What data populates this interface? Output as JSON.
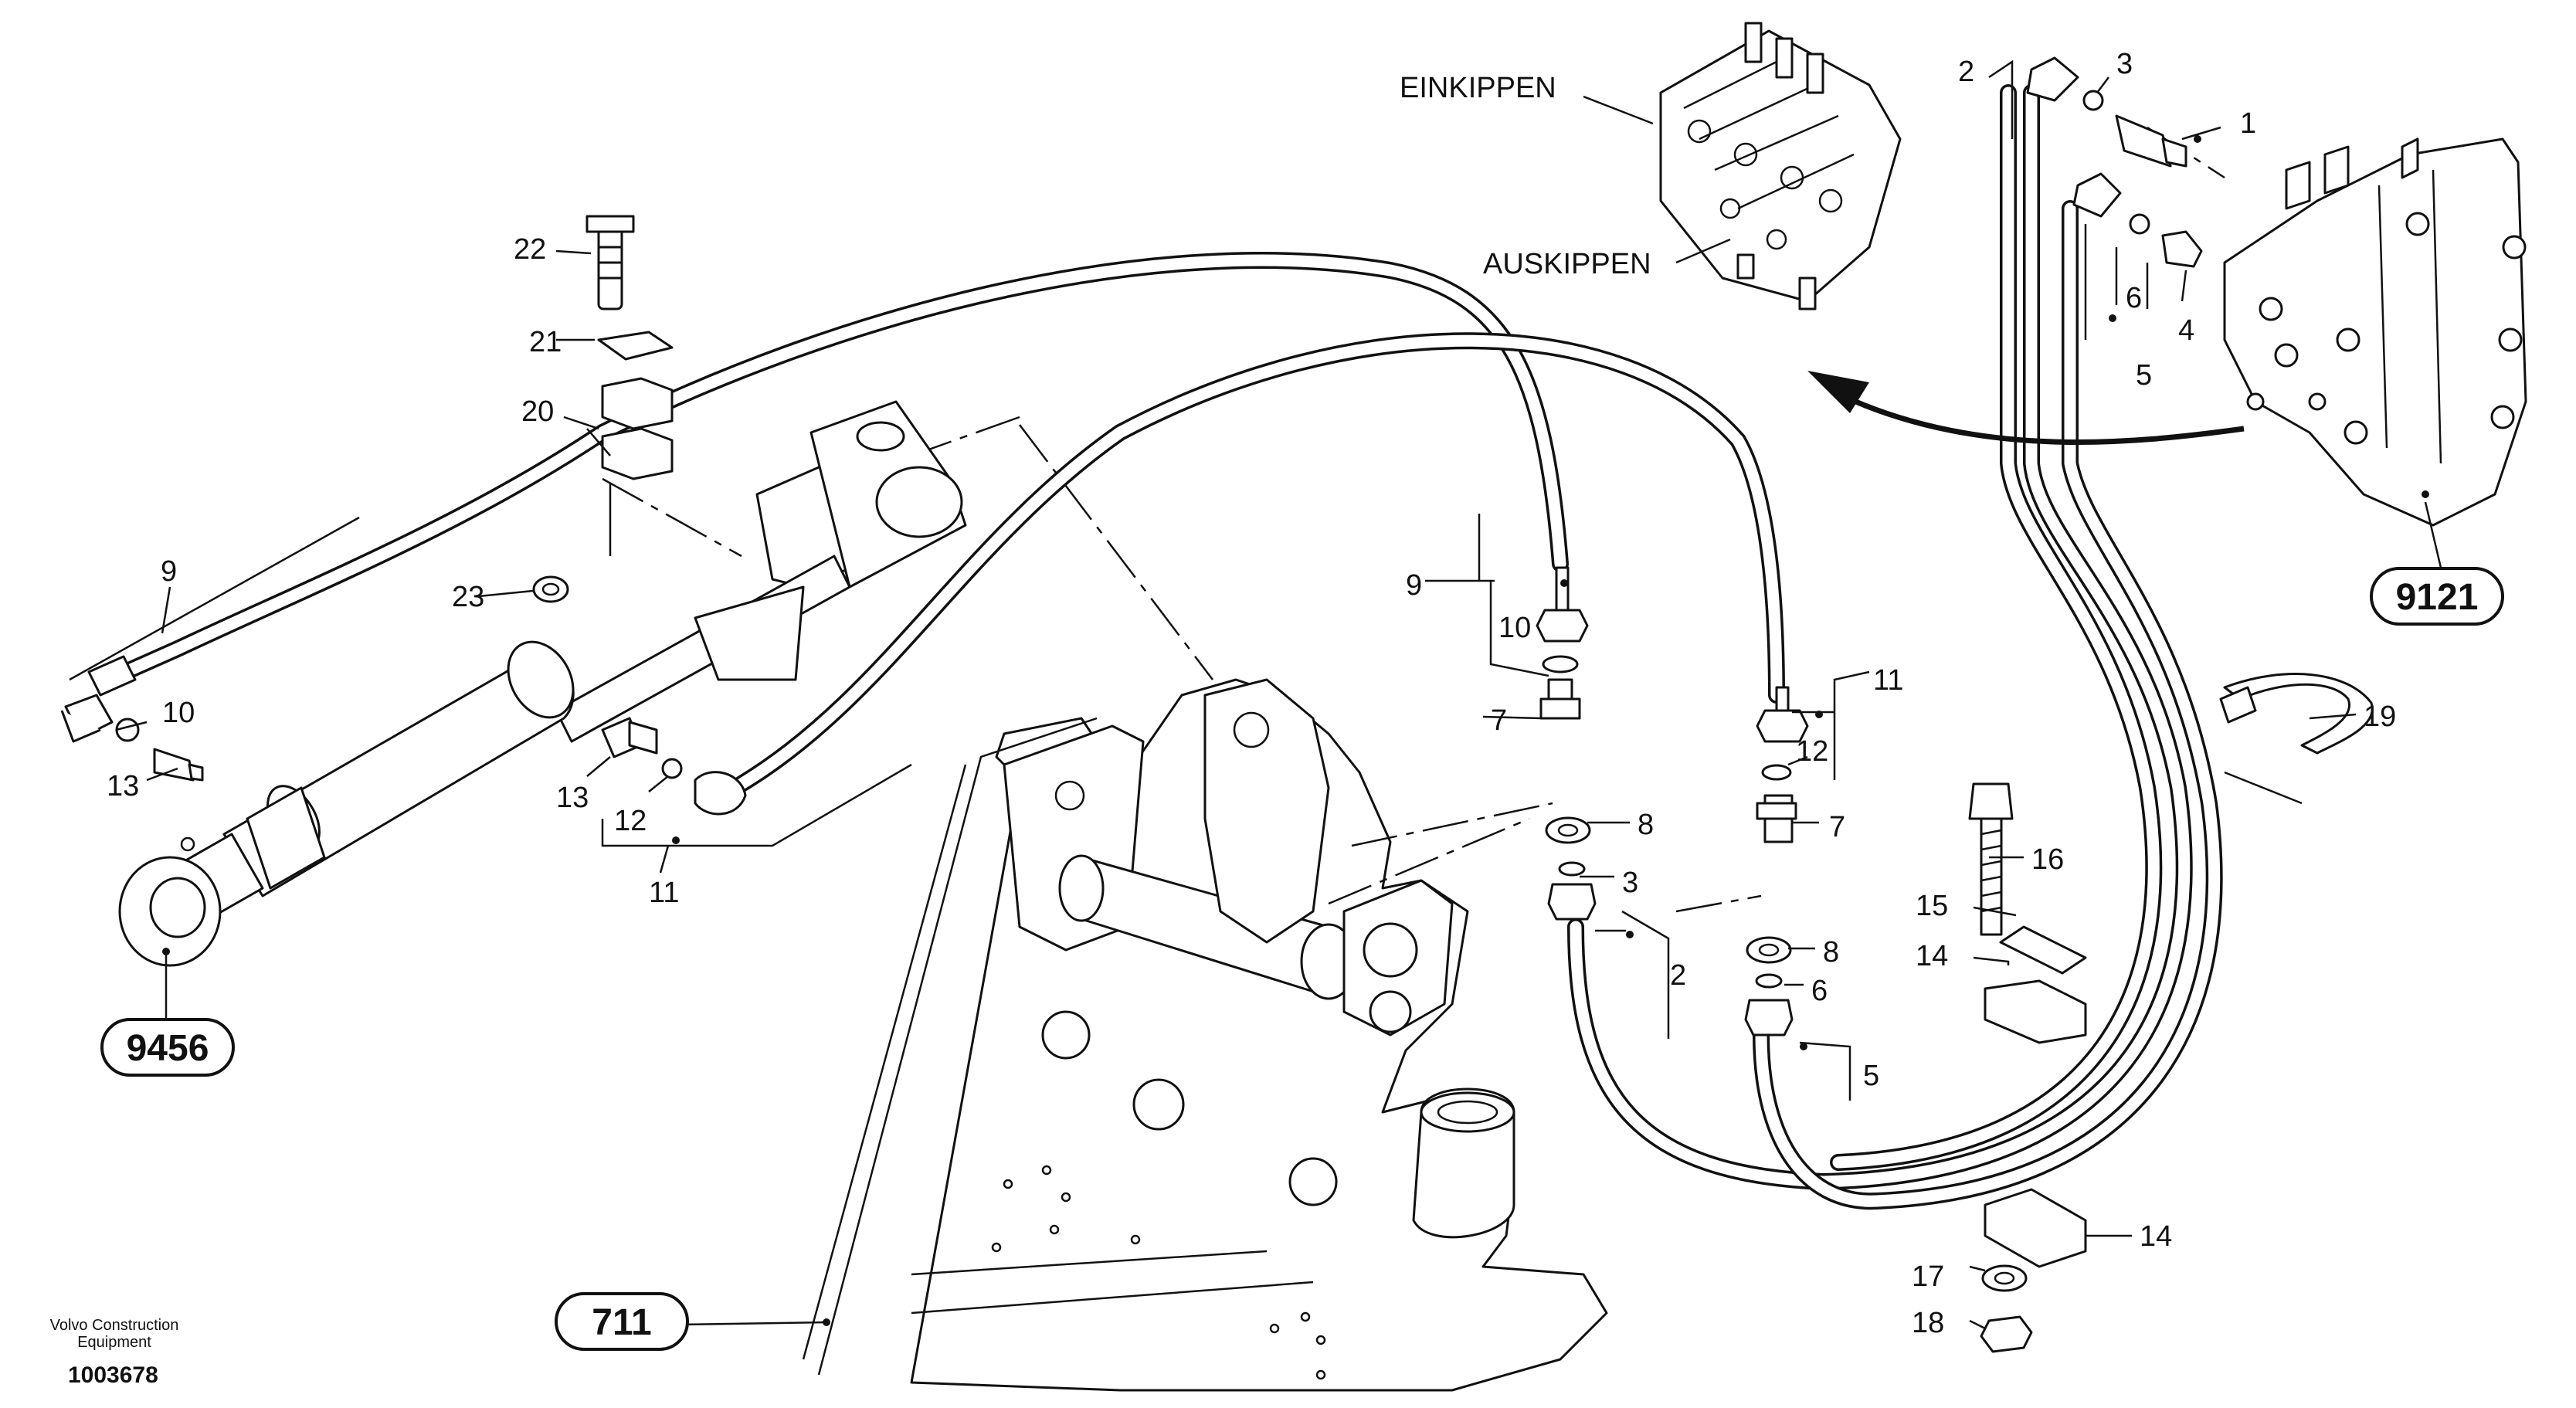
{
  "labels": {
    "einkippen": "EINKIPPEN",
    "auskippen": "AUSKIPPEN"
  },
  "refs": {
    "cylinder": "9456",
    "valve": "9121",
    "frame": "711"
  },
  "parts": {
    "p1": "1",
    "p2a": "2",
    "p2b": "2",
    "p3a": "3",
    "p3b": "3",
    "p4": "4",
    "p5a": "5",
    "p5b": "5",
    "p6a": "6",
    "p6b": "6",
    "p7a": "7",
    "p7b": "7",
    "p8a": "8",
    "p8b": "8",
    "p9a": "9",
    "p9b": "9",
    "p10a": "10",
    "p10b": "10",
    "p11a": "11",
    "p11b": "11",
    "p12a": "12",
    "p12b": "12",
    "p13a": "13",
    "p13b": "13",
    "p14a": "14",
    "p14b": "14",
    "p15": "15",
    "p16": "16",
    "p17": "17",
    "p18": "18",
    "p19": "19",
    "p20": "20",
    "p21": "21",
    "p22": "22",
    "p23": "23"
  },
  "footer": {
    "company_line1": "Volvo Construction",
    "company_line2": "Equipment",
    "drawing_number": "1003678"
  }
}
